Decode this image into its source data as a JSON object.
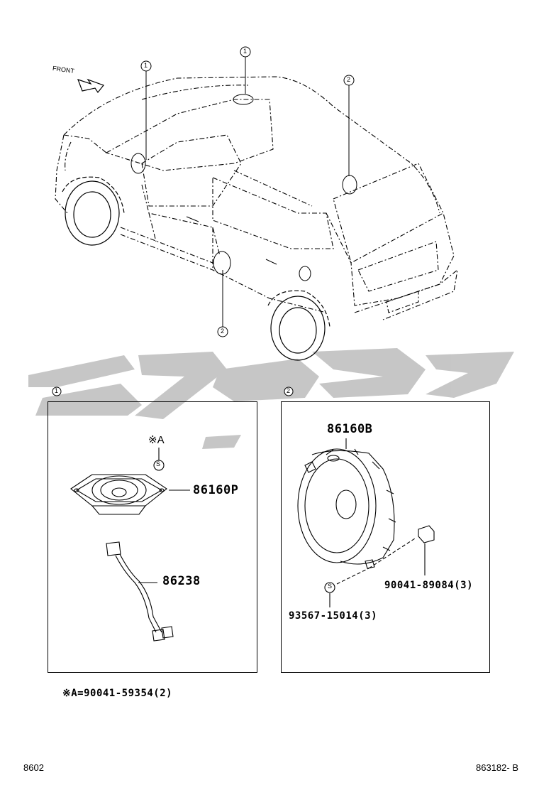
{
  "diagram": {
    "front_label": "FRONT",
    "callouts": {
      "c1_top_left": "1",
      "c1_top_roof": "1",
      "c2_roof_right": "2",
      "c2_door": "2",
      "box1": "1",
      "box2": "2"
    },
    "box1": {
      "tweeter_part": "86160P",
      "harness_part": "86238",
      "screw_ref": "※A",
      "screw_symbol": "S"
    },
    "box2": {
      "speaker_part": "86160B",
      "nut_part": "90041-89084(3)",
      "screw_part": "93567-15014(3)",
      "screw_symbol": "S"
    },
    "note": "※A=90041-59354(2)",
    "footer": {
      "left_code": "8602",
      "right_code": "863182- B"
    },
    "watermark_text": "ماشین"
  }
}
